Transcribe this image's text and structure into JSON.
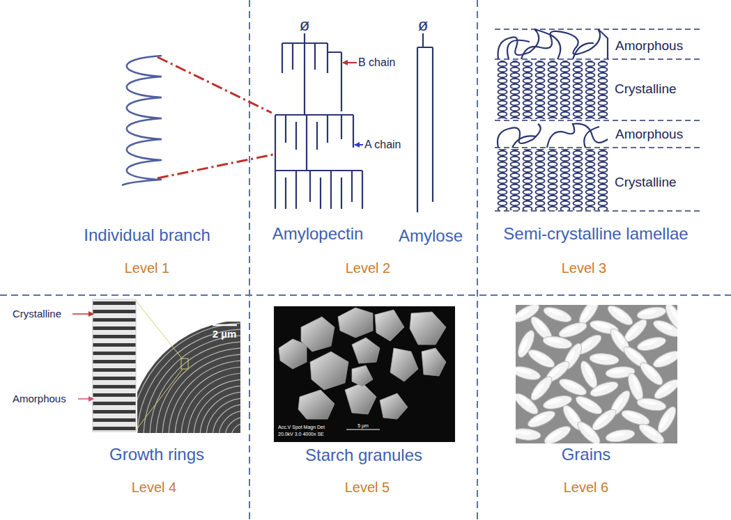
{
  "diagram": {
    "labels": [
      "ø",
      "ø",
      "B chain",
      "A chain",
      "Amorphous",
      "Crystalline",
      "Amorphous",
      "Crystalline",
      "Individual branch",
      "Amylopectin",
      "Amylose",
      "Semi-crystalline lamellae",
      "Level 1",
      "Level 2",
      "Level 3",
      "Crystalline",
      "2 µm",
      "Amorphous",
      "Acc.V Spot Magn Det",
      "20.0kV 3.0 4000x SE",
      "5 µm",
      "Growth rings",
      "Starch granules",
      "Grains",
      "Level 4",
      "Level 5",
      "Level 6"
    ]
  }
}
